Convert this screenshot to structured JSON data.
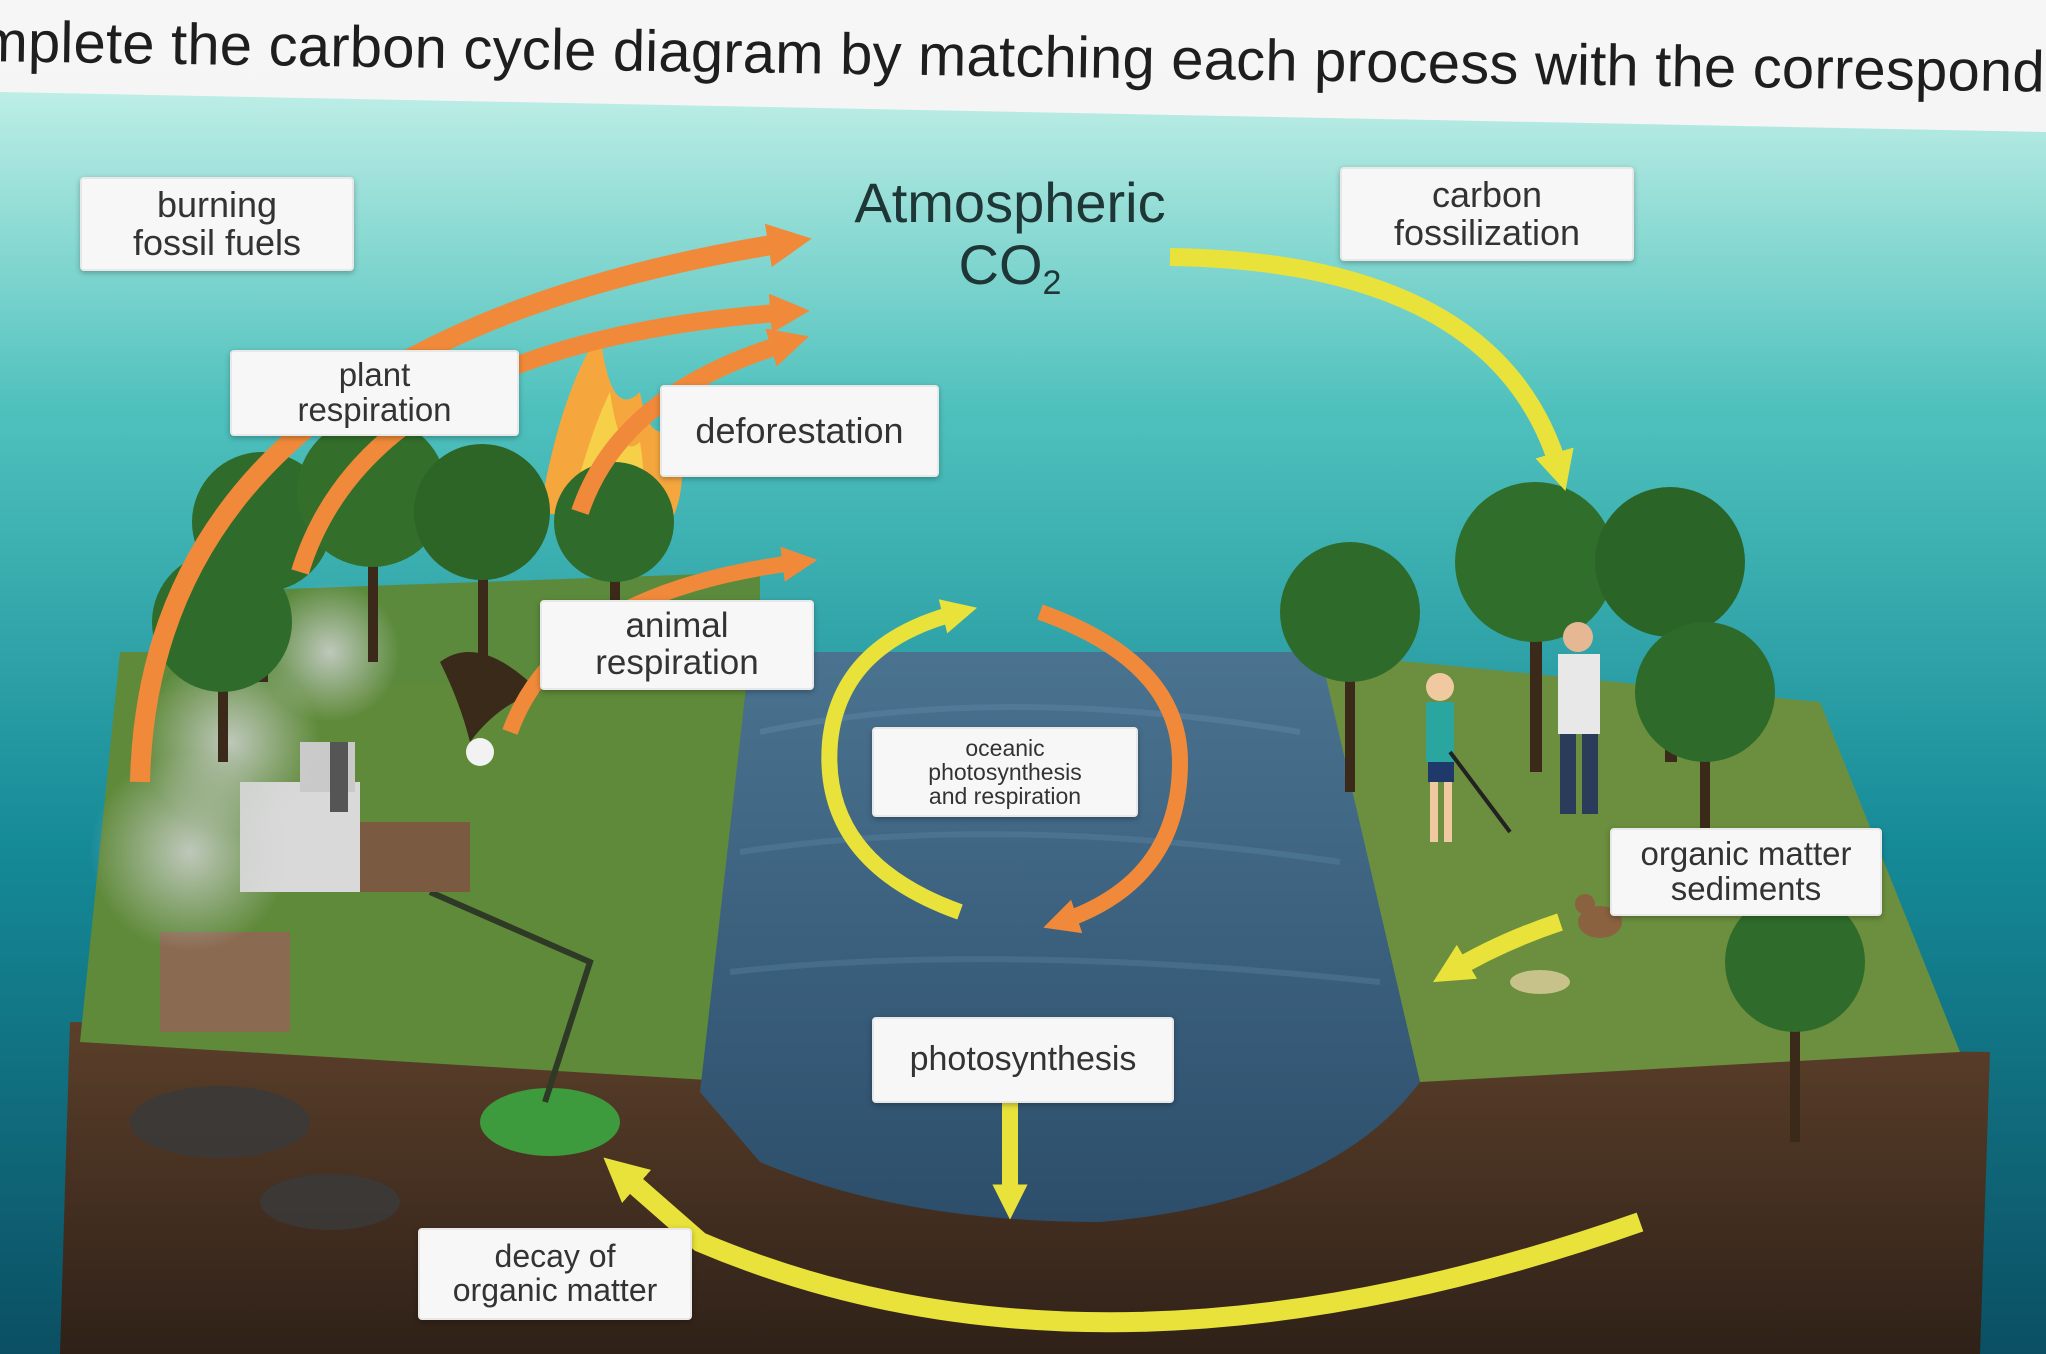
{
  "instruction": "mplete the carbon cycle diagram by matching each process with the corresponding arrow.",
  "atmosphere": {
    "line1": "Atmospheric",
    "co": "CO",
    "sub": "2"
  },
  "labels": {
    "burning_fossil_fuels": "burning\nfossil fuels",
    "plant_respiration": "plant\nrespiration",
    "deforestation": "deforestation",
    "animal_respiration": "animal\nrespiration",
    "carbon_fossilization": "carbon\nfossilization",
    "oceanic": "oceanic\nphotosynthesis\nand respiration",
    "organic_matter_sediments": "organic matter\nsediments",
    "photosynthesis": "photosynthesis",
    "decay_of_organic_matter": "decay of\norganic matter"
  },
  "colors": {
    "sky_top": "#b9ece4",
    "sky_mid": "#1e9aa0",
    "sky_bottom": "#0e5c6e",
    "orange_arrow": "#f08a3a",
    "yellow_arrow": "#e8e23a",
    "grass": "#5f8a3a",
    "soil": "#4a3424",
    "water": "#3a6282"
  }
}
